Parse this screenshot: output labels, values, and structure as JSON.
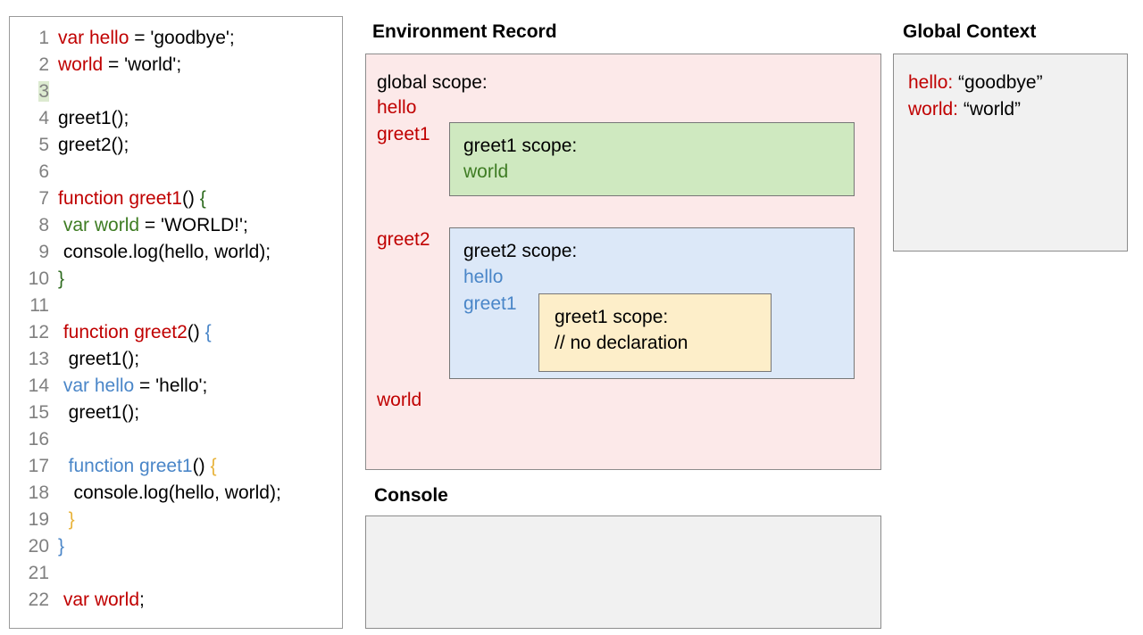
{
  "headings": {
    "environment_record": "Environment Record",
    "global_context": "Global Context",
    "console": "Console"
  },
  "colors": {
    "global_scope_bg": "#fce9e9",
    "greet1_scope_bg": "#cfe9c0",
    "greet2_scope_bg": "#dce8f8",
    "inner_greet1_scope_bg": "#fdeec9",
    "panel_bg": "#f1f1f1",
    "red_identifier": "#c00000",
    "green_identifier": "#3e7c23",
    "blue_identifier": "#4a86c8",
    "gold_brace": "#e8b33a",
    "line_number": "#808080",
    "active_line_highlight": "#dcead0"
  },
  "code": {
    "lines": [
      {
        "n": "1",
        "highlight": false,
        "tokens": [
          {
            "t": "var hello",
            "c": "red"
          },
          {
            "t": " = 'goodbye';",
            "c": "black"
          }
        ]
      },
      {
        "n": "2",
        "highlight": false,
        "tokens": [
          {
            "t": "world",
            "c": "red"
          },
          {
            "t": " = 'world';",
            "c": "black"
          }
        ]
      },
      {
        "n": "3",
        "highlight": true,
        "tokens": []
      },
      {
        "n": "4",
        "highlight": false,
        "tokens": [
          {
            "t": "greet1();",
            "c": "black"
          }
        ]
      },
      {
        "n": "5",
        "highlight": false,
        "tokens": [
          {
            "t": "greet2();",
            "c": "black"
          }
        ]
      },
      {
        "n": "6",
        "highlight": false,
        "tokens": []
      },
      {
        "n": "7",
        "highlight": false,
        "tokens": [
          {
            "t": "function greet1",
            "c": "red"
          },
          {
            "t": "() ",
            "c": "black"
          },
          {
            "t": "{",
            "c": "darkgreen"
          }
        ]
      },
      {
        "n": "8",
        "highlight": false,
        "tokens": [
          {
            "t": " ",
            "c": "black"
          },
          {
            "t": "var world",
            "c": "green"
          },
          {
            "t": " = 'WORLD!';",
            "c": "black"
          }
        ]
      },
      {
        "n": "9",
        "highlight": false,
        "tokens": [
          {
            "t": " console.log(hello, world);",
            "c": "black"
          }
        ]
      },
      {
        "n": "10",
        "highlight": false,
        "tokens": [
          {
            "t": "}",
            "c": "darkgreen"
          }
        ]
      },
      {
        "n": "11",
        "highlight": false,
        "tokens": []
      },
      {
        "n": "12",
        "highlight": false,
        "tokens": [
          {
            "t": " function greet2",
            "c": "red"
          },
          {
            "t": "() ",
            "c": "black"
          },
          {
            "t": "{",
            "c": "blue"
          }
        ]
      },
      {
        "n": "13",
        "highlight": false,
        "tokens": [
          {
            "t": "  greet1();",
            "c": "black"
          }
        ]
      },
      {
        "n": "14",
        "highlight": false,
        "tokens": [
          {
            "t": " var hello",
            "c": "blue"
          },
          {
            "t": " = 'hello';",
            "c": "black"
          }
        ]
      },
      {
        "n": "15",
        "highlight": false,
        "tokens": [
          {
            "t": "  greet1();",
            "c": "black"
          }
        ]
      },
      {
        "n": "16",
        "highlight": false,
        "tokens": []
      },
      {
        "n": "17",
        "highlight": false,
        "tokens": [
          {
            "t": "  function greet1",
            "c": "blue"
          },
          {
            "t": "() ",
            "c": "black"
          },
          {
            "t": "{",
            "c": "gold"
          }
        ]
      },
      {
        "n": "18",
        "highlight": false,
        "tokens": [
          {
            "t": "   console.log(hello, world);",
            "c": "black"
          }
        ]
      },
      {
        "n": "19",
        "highlight": false,
        "tokens": [
          {
            "t": "  }",
            "c": "gold"
          }
        ]
      },
      {
        "n": "20",
        "highlight": false,
        "tokens": [
          {
            "t": "}",
            "c": "blue"
          }
        ]
      },
      {
        "n": "21",
        "highlight": false,
        "tokens": []
      },
      {
        "n": "22",
        "highlight": false,
        "tokens": [
          {
            "t": " var world",
            "c": "red"
          },
          {
            "t": ";",
            "c": "black"
          }
        ]
      }
    ]
  },
  "environment_record": {
    "global_scope": {
      "heading": "global scope:",
      "bindings": [
        "hello",
        "greet1",
        "greet2",
        "world"
      ]
    },
    "greet1_scope": {
      "heading": "greet1 scope:",
      "bindings": [
        "world"
      ]
    },
    "greet2_scope": {
      "heading": "greet2 scope:",
      "bindings": [
        "hello",
        "greet1"
      ]
    },
    "inner_greet1_scope": {
      "heading": "greet1 scope:",
      "note": "// no declaration"
    }
  },
  "global_context": {
    "entries": [
      {
        "key": "hello:",
        "value": "“goodbye”"
      },
      {
        "key": "world:",
        "value": "“world”"
      }
    ]
  },
  "console": {
    "output": ""
  }
}
